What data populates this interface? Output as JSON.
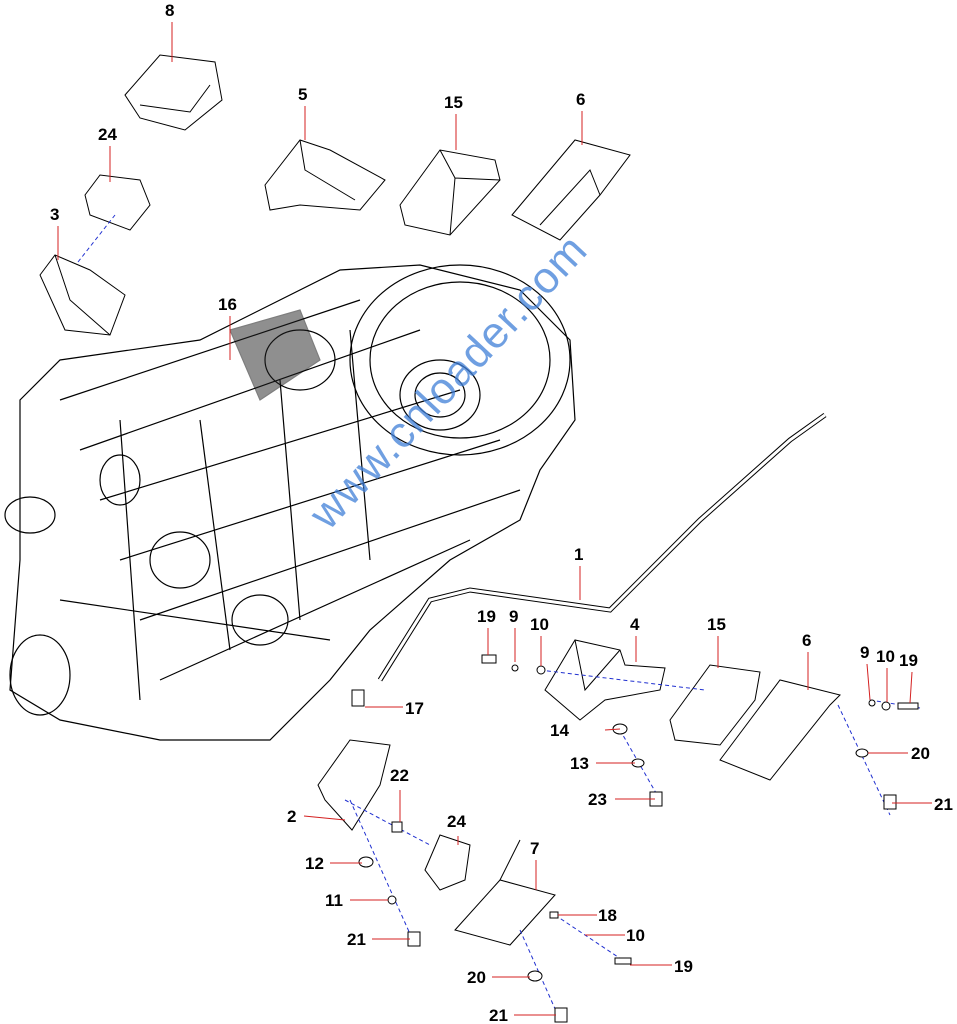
{
  "diagram": {
    "watermark": "www.cnloader.com",
    "callouts": [
      "8",
      "5",
      "15",
      "6",
      "24",
      "3",
      "16",
      "1",
      "19",
      "9",
      "10",
      "4",
      "15",
      "6",
      "9",
      "10",
      "19",
      "17",
      "14",
      "13",
      "23",
      "20",
      "21",
      "22",
      "24",
      "2",
      "12",
      "11",
      "21",
      "7",
      "18",
      "10",
      "19",
      "20",
      "21"
    ],
    "colors": {
      "leader": "#d42020",
      "line": "#000000",
      "axis": "#2030d0",
      "watermark": "#3f7fd8"
    }
  }
}
